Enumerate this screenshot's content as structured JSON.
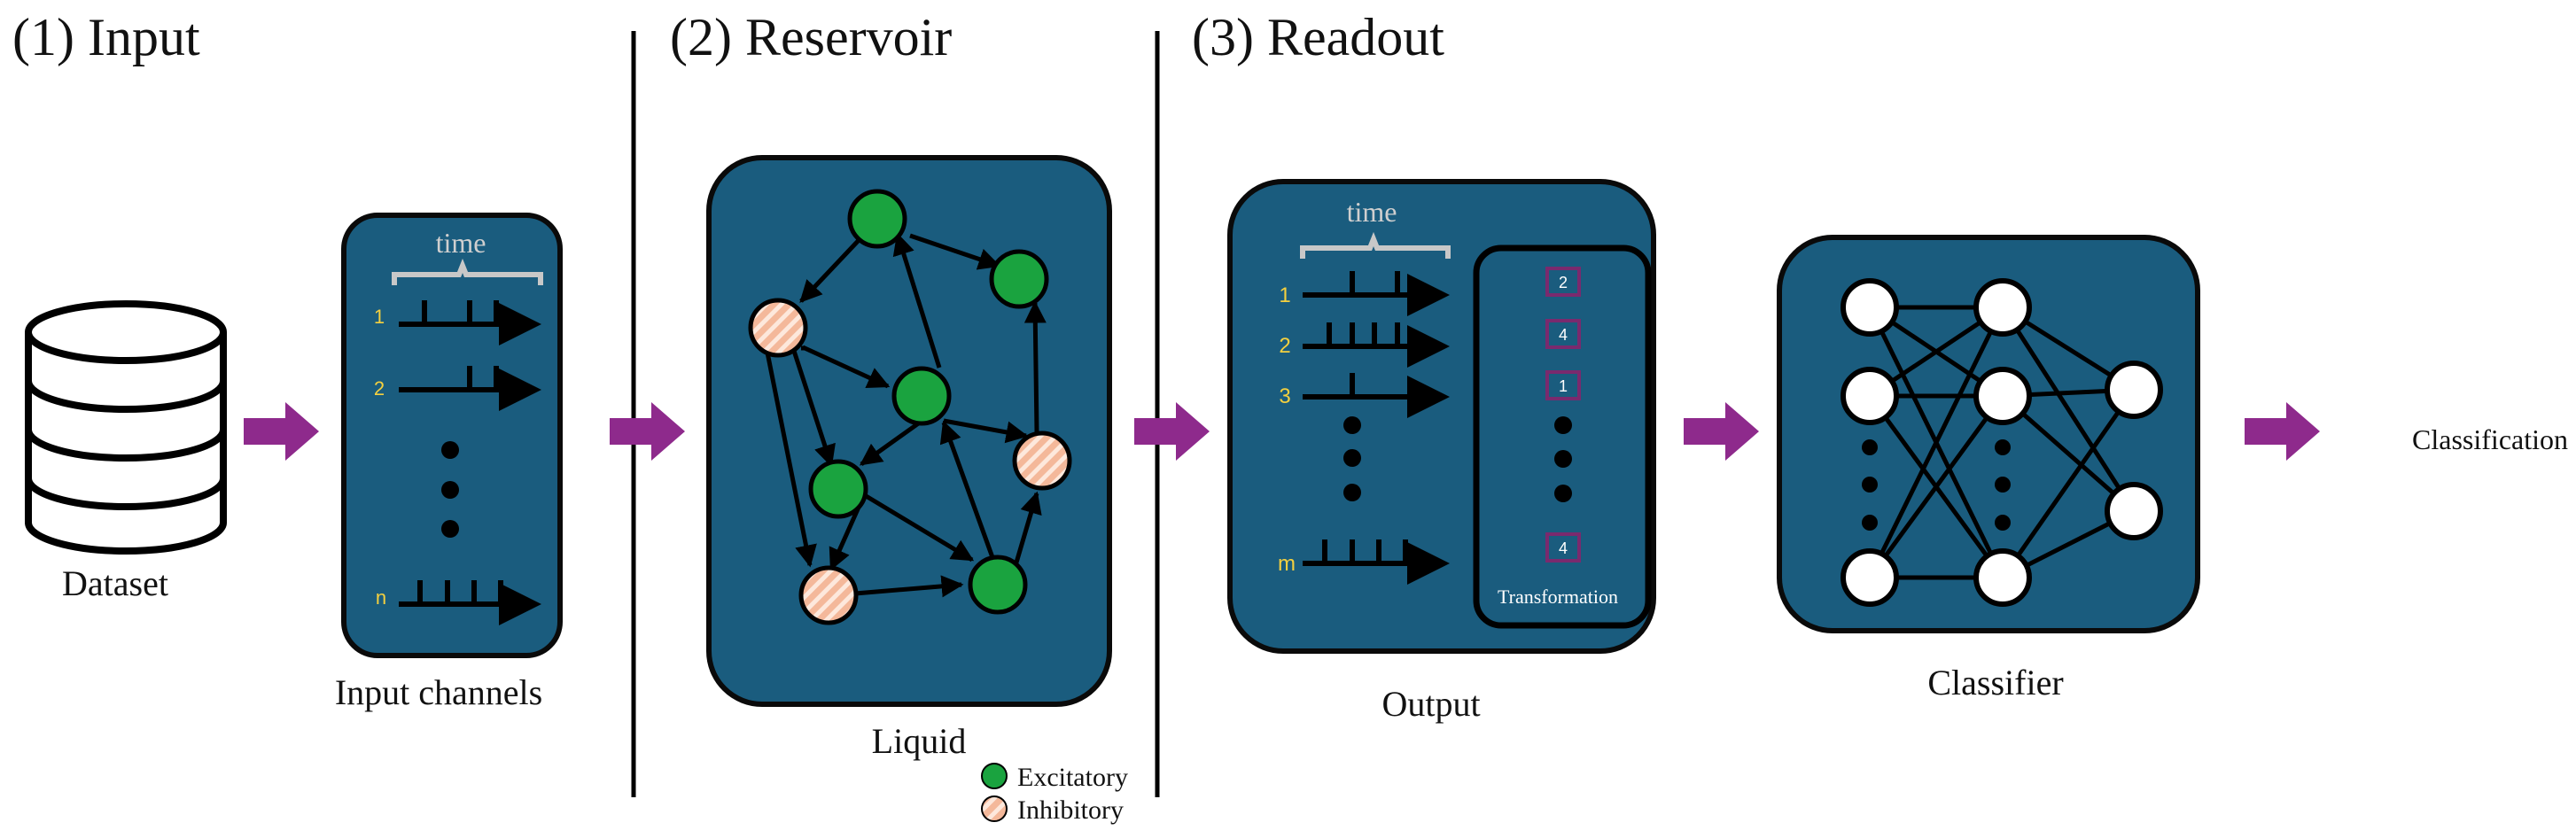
{
  "sections": {
    "input": "(1) Input",
    "reservoir": "(2) Reservoir",
    "readout": "(3) Readout"
  },
  "labels": {
    "dataset": "Dataset",
    "input_channels": "Input channels",
    "liquid": "Liquid",
    "output": "Output",
    "classifier": "Classifier",
    "classification": "Classification",
    "transformation": "Transformation"
  },
  "input_panel": {
    "time_label": "time",
    "channels": [
      "1",
      "2",
      "n"
    ]
  },
  "output_panel": {
    "time_label": "time",
    "channels": [
      "1",
      "2",
      "3",
      "m"
    ],
    "transformed_values": [
      "2",
      "4",
      "1",
      "4"
    ]
  },
  "legend": {
    "excitatory": "Excitatory",
    "inhibitory": "Inhibitory"
  },
  "colors": {
    "panel_fill": "#1a5c7e",
    "panel_border": "#0a0a0a",
    "excitatory": "#1aa33f",
    "inhibitory": "#f4b89a",
    "arrow": "#8e2a8c",
    "channel_label": "#f4d03f",
    "value_box_border": "#7a2a6e"
  }
}
